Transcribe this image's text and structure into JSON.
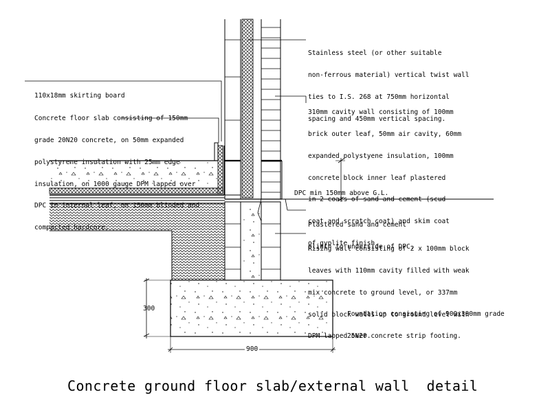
{
  "title": "Concrete ground floor slab/external wall  detail",
  "annotations": {
    "wall_ties": [
      "Stainless steel (or other suitable",
      "non-ferrous material) vertical twist wall",
      "ties to I.S. 268 at 750mm horizontal",
      "spacing and 450mm vertical spacing."
    ],
    "skirting": [
      "110x18mm skirting board"
    ],
    "floor_slab": [
      "Concrete floor slab consisting of 150mm",
      "grade 20N20 concrete, on 50mm expanded",
      "polystyrene insulation with 25mm edge",
      "insulation, on 1000 gauge DPM lapped over",
      "DPC in internal leaf, on 150mm blinded and",
      "compacted hardcore."
    ],
    "cavity_wall": [
      "310mm cavity wall consisting of 100mm",
      "brick outer leaf, 50mm air cavity, 60mm",
      "expanded polystyene insulation, 100mm",
      "concrete block inner leaf plastered",
      "in 2 coats of sand and cement (scud",
      "coat and scratch coat) and skim coat",
      "of gyplite finish."
    ],
    "dpc": [
      "DPC min 150mm above G.L."
    ],
    "plinth": [
      "Plastered sand and cement",
      "plinth to underside of DPC."
    ],
    "rising_wall": [
      "Rising wall consisting of 2 x 100mm block",
      "leaves with 110mm cavity filled with weak",
      "mix concrete to ground level, or 337mm",
      "solid block walls up to ground level with",
      "DPM lapped over."
    ],
    "foundation": [
      "Foundation consisting of 900x300mm grade",
      "25N20 concrete strip footing."
    ]
  },
  "dimensions": {
    "footing_height": "300",
    "footing_width": "900"
  },
  "colors": {
    "line": "#000000",
    "background": "#ffffff"
  }
}
